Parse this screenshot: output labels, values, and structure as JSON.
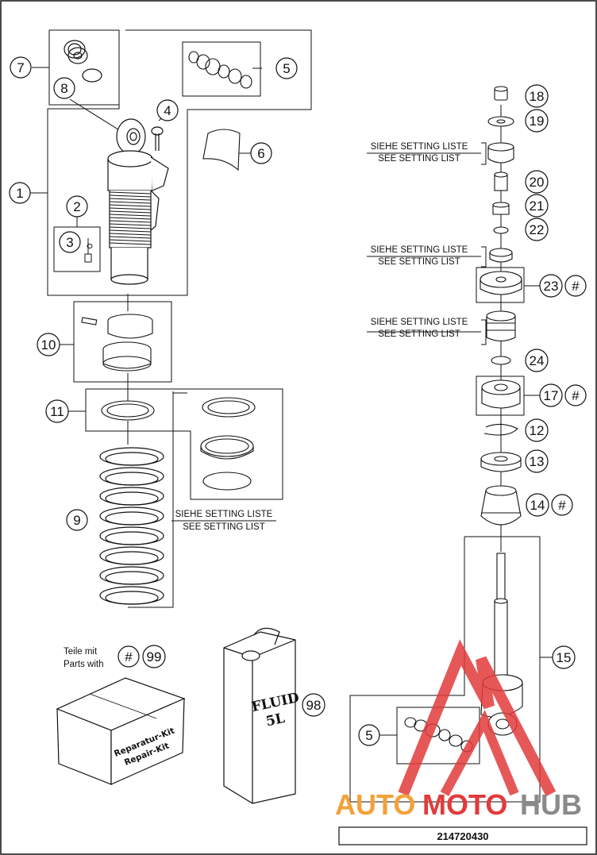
{
  "callouts": {
    "c1": "1",
    "c2": "2",
    "c3": "3",
    "c4": "4",
    "c5a": "5",
    "c5b": "5",
    "c6": "6",
    "c7": "7",
    "c8": "8",
    "c9": "9",
    "c10": "10",
    "c11": "11",
    "c12": "12",
    "c13": "13",
    "c14": "14",
    "c15": "15",
    "c17": "17",
    "c18": "18",
    "c19": "19",
    "c20": "20",
    "c21": "21",
    "c22": "22",
    "c23": "23",
    "c24": "24",
    "c98": "98",
    "c99": "99",
    "hash": "#"
  },
  "setting_labels": {
    "de": "SIEHE SETTING LISTE",
    "en": "SEE SETTING LIST"
  },
  "legend": {
    "line1": "Teile mit",
    "line2": "Parts with"
  },
  "repair_kit": {
    "line1": "Reparatur-Kit",
    "line2": "Repair-Kit"
  },
  "fluid_can": {
    "line1": "FLUID",
    "line2": "5L"
  },
  "document_number": "214720430",
  "watermark": {
    "part1": "AUTO",
    "part2": "MOTO",
    "part3": "HUB"
  },
  "colors": {
    "line": "#111111",
    "watermark_orange": "#f2a23a",
    "watermark_red": "#e23b3b",
    "watermark_gray": "#8a8a8a"
  }
}
